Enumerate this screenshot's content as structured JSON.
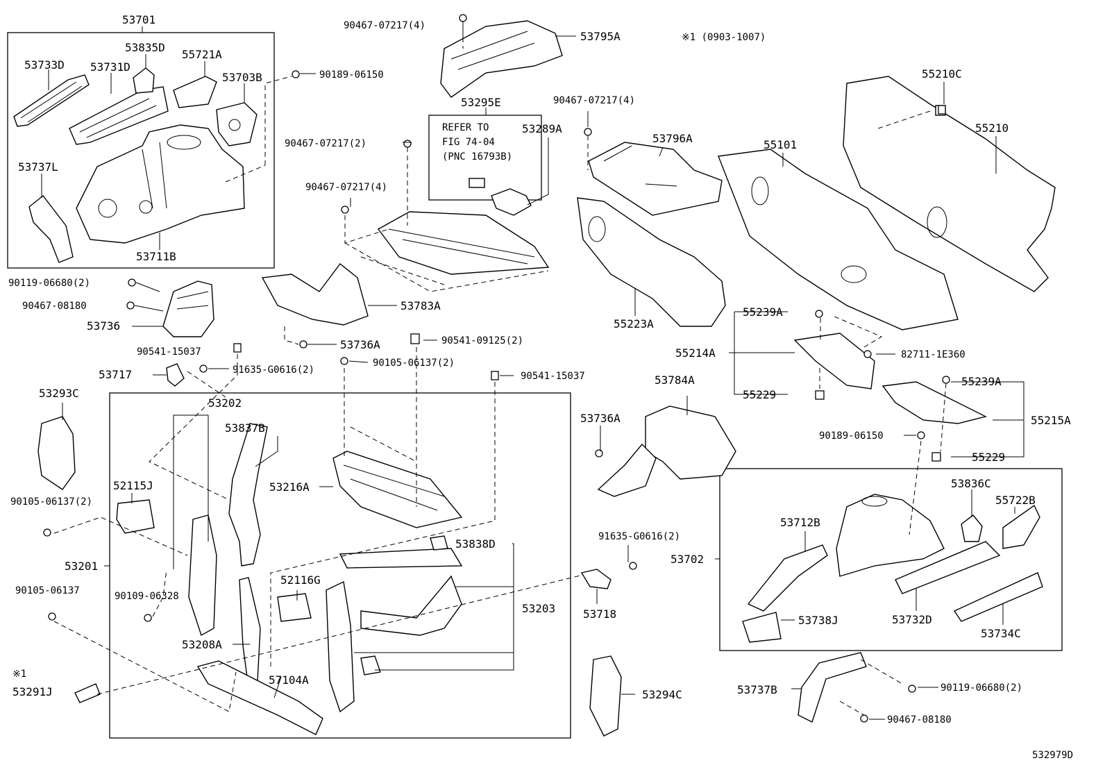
{
  "diagram": {
    "note_symbol": "※1",
    "note_range": "※1 (0903-1007)",
    "diagram_id": "532979D",
    "refer_note": [
      "REFER TO",
      "FIG 74-04",
      "(PNC 16793B)"
    ],
    "labels": [
      "53701",
      "53733D",
      "53835D",
      "55721A",
      "53731D",
      "53703B",
      "90189-06150",
      "53737L",
      "53711B",
      "90467-07217(4)",
      "53795A",
      "53295E",
      "53289A",
      "90467-07217(2)",
      "90467-07217(4)",
      "90467-07217(4)",
      "53796A",
      "55101",
      "55210C",
      "55210",
      "55223A",
      "90119-06680(2)",
      "90467-08180",
      "53736",
      "53783A",
      "53736A",
      "90541-15037",
      "90541-09125(2)",
      "53717",
      "91635-G0616(2)",
      "90105-06137(2)",
      "90541-15037",
      "53293C",
      "53202",
      "53837B",
      "52115J",
      "53216A",
      "90105-06137(2)",
      "53201",
      "90105-06137",
      "90109-06328",
      "52116G",
      "53838D",
      "53203",
      "53208A",
      "57104A",
      "53291J",
      "55239A",
      "55214A",
      "82711-1E360",
      "55229",
      "55239A",
      "55215A",
      "90189-06150",
      "55229",
      "53784A",
      "53736A",
      "91635-G0616(2)",
      "53718",
      "53294C",
      "53702",
      "53712B",
      "53836C",
      "55722B",
      "53738J",
      "53732D",
      "53734C",
      "53737B",
      "90119-06680(2)",
      "90467-08180"
    ]
  }
}
